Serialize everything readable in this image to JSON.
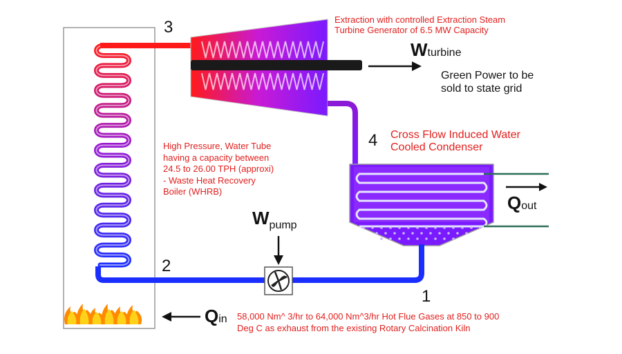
{
  "labels": {
    "state3": "3",
    "state4": "4",
    "state2": "2",
    "state1": "1",
    "turbine_note": [
      "Extraction with controlled Extraction Steam",
      "Turbine Generator of 6.5 MW Capacity"
    ],
    "w_turbine_main": "W",
    "w_turbine_sub": "turbine",
    "green_power": [
      "Green Power to be",
      "sold to state grid"
    ],
    "condenser_note": [
      "Cross Flow Induced Water",
      "Cooled Condenser"
    ],
    "boiler_note": [
      "High Pressure, Water Tube",
      "having a capacity between",
      "24.5 to 26.00 TPH (approxi)",
      "- Waste Heat Recovery",
      "Boiler (WHRB)"
    ],
    "w_pump_main": "W",
    "w_pump_sub": "pump",
    "q_out_main": "Q",
    "q_out_sub": "out",
    "q_in_main": "Q",
    "q_in_sub": "in",
    "flue_note": [
      "58,000 Nm^ 3/hr to 64,000 Nm^3/hr Hot Flue Gases at 850 to 900",
      "Deg C as exhaust from the existing Rotary Calcination Kiln"
    ]
  },
  "colors": {
    "hot": "#ff1a1a",
    "mid": "#8a1ad6",
    "cold": "#1a2eff",
    "condenser": "#7a1aff",
    "note_red": "#e0201e",
    "flame_orange": "#ff8a00",
    "flame_yellow": "#ffd21a",
    "cooling_line": "#2c6e55"
  },
  "icons": {
    "pump": "pump-fan-icon",
    "flame": "flame-icon"
  }
}
